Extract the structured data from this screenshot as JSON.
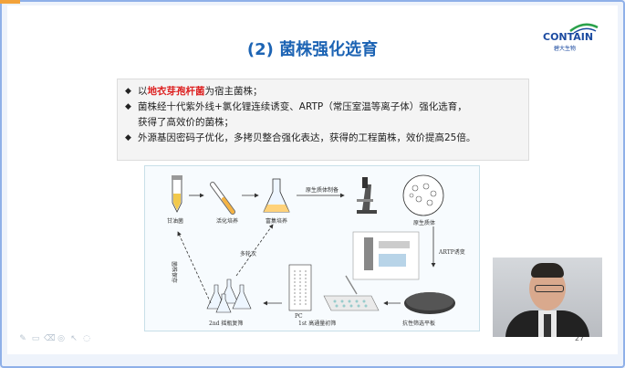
{
  "slide": {
    "title": "(2)  菌株强化选育",
    "logo": {
      "name": "CONTAIN",
      "subtitle": "碧大生物"
    },
    "bullets": [
      {
        "prefix": "以",
        "highlight": "地衣芽孢杆菌",
        "suffix": "为宿主菌株；"
      },
      {
        "prefix": "菌株经十代紫外线+氯化锂连续诱变、ARTP（常压室温等离子体）强化选育，",
        "highlight": "",
        "suffix": ""
      },
      {
        "prefix": "获得了高效价的菌株；",
        "highlight": "",
        "suffix": "",
        "continuation": true
      },
      {
        "prefix": "外源基因密码子优化，多拷贝整合强化表达，获得的工程菌株，效价提高25倍。",
        "highlight": "",
        "suffix": ""
      }
    ],
    "figure_labels": {
      "ganyoujun": "甘油菌",
      "huohua": "活化培养",
      "fuji": "富集培养",
      "yuanshengzhi_prep": "原生质体制备",
      "yuanshengzhi": "原生质体",
      "artp": "ARTP诱变",
      "kangxing": "抗性筛选平板",
      "gaotongliang": "1st 高通量初筛",
      "fushai": "2nd 摇瓶复筛",
      "baocun": "菌株保存",
      "duolunci": "多轮次",
      "pc": "PC"
    },
    "page_number": "27"
  },
  "colors": {
    "title": "#1d64b4",
    "highlight": "#dd2222",
    "frame": "#8fb0e8"
  },
  "toolbar_icons": [
    "pen-icon",
    "rectangle-icon",
    "eraser-icon",
    "highlighter-icon",
    "pointer-icon",
    "shape-icon"
  ]
}
